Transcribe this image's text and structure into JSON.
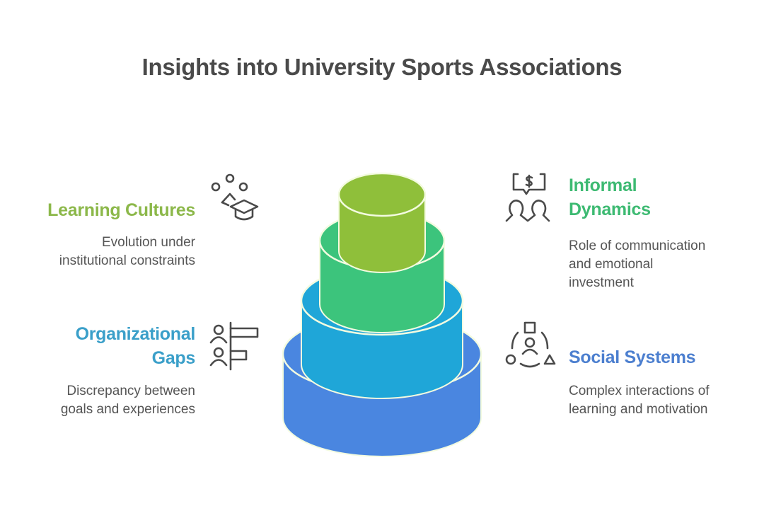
{
  "title": "Insights into University Sports Associations",
  "colors": {
    "title": "#4a4a4a",
    "description": "#555555",
    "icon_stroke": "#4a4a4a",
    "tier_outline": "#f3fbe0"
  },
  "tiers": [
    {
      "name": "Learning Cultures",
      "level": 1,
      "color": "#8fbf3a"
    },
    {
      "name": "Informal Dynamics",
      "level": 2,
      "color": "#3cc47c"
    },
    {
      "name": "Organizational Gaps",
      "level": 3,
      "color": "#1fa6d8"
    },
    {
      "name": "Social Systems",
      "level": 4,
      "color": "#4a86e0"
    }
  ],
  "items": {
    "learning_cultures": {
      "heading": "Learning Cultures",
      "color": "#8cb84a",
      "desc_lines": [
        "Evolution under",
        "institutional constraints"
      ],
      "icon": "graduation-cap-network-icon"
    },
    "informal_dynamics": {
      "heading_lines": [
        "Informal",
        "Dynamics"
      ],
      "color": "#3dba72",
      "desc_lines": [
        "Role of communication",
        "and emotional",
        "investment"
      ],
      "icon": "people-money-chat-icon"
    },
    "organizational_gaps": {
      "heading_lines": [
        "Organizational",
        "Gaps"
      ],
      "color": "#3a9fc9",
      "desc_lines": [
        "Discrepancy between",
        "goals and experiences"
      ],
      "icon": "people-bar-chart-icon"
    },
    "social_systems": {
      "heading": "Social Systems",
      "color": "#4c7fcf",
      "desc_lines": [
        "Complex interactions of",
        "learning and motivation"
      ],
      "icon": "person-shapes-cycle-icon"
    }
  }
}
